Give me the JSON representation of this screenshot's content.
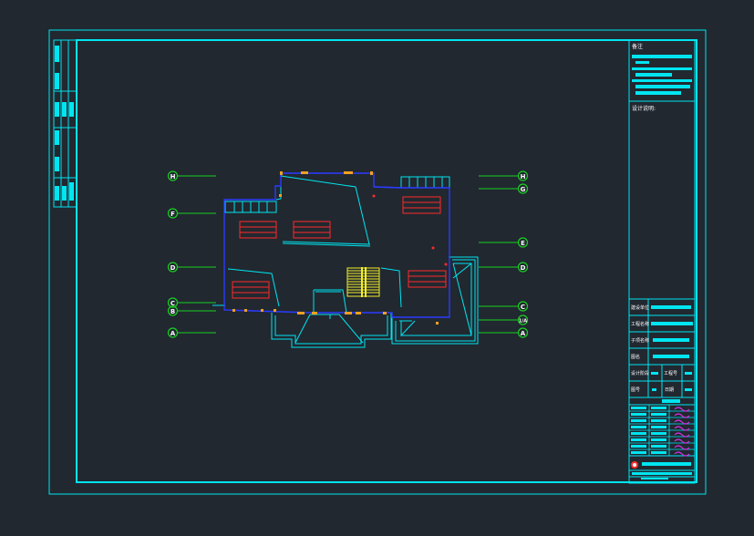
{
  "colors": {
    "background": "#212830",
    "frame": "#00e5f0",
    "wall": "#2b3bff",
    "furniture": "#ff2a2a",
    "stair": "#f2ee2a",
    "axis_line": "#18d020",
    "column": "#f0a020",
    "magenta": "#d030e0"
  },
  "grid_axes": {
    "left": [
      {
        "label": "H"
      },
      {
        "label": "F"
      },
      {
        "label": "D"
      },
      {
        "label": "C"
      },
      {
        "label": "B"
      },
      {
        "label": "A"
      }
    ],
    "right": [
      {
        "label": "H"
      },
      {
        "label": "G"
      },
      {
        "label": "E"
      },
      {
        "label": "D"
      },
      {
        "label": "C"
      },
      {
        "label": "1/A"
      },
      {
        "label": "A"
      }
    ]
  },
  "title_block": {
    "section_label": "备注",
    "design_note_label": "设计说明:",
    "fields": [
      {
        "label": "建设单位"
      },
      {
        "label": "工程名称"
      },
      {
        "label": "子项名称"
      },
      {
        "label": "图名"
      },
      {
        "label": "设计阶段"
      },
      {
        "label": "图号"
      }
    ],
    "job_label": "工程号",
    "date_label": "日期",
    "seal_icon": "company-seal-icon"
  }
}
